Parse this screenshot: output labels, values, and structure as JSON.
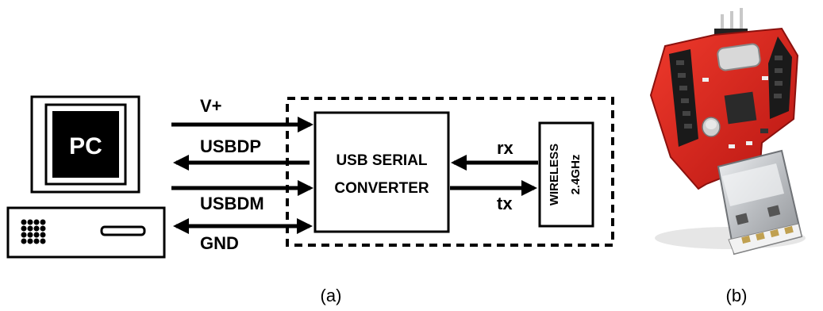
{
  "diagram": {
    "pc_label": "PC",
    "signals": {
      "vplus": "V+",
      "usbdp": "USBDP",
      "usbdm": "USBDM",
      "gnd": "GND"
    },
    "converter": {
      "line1": "USB SERIAL",
      "line2": "CONVERTER"
    },
    "rx_label": "rx",
    "tx_label": "tx",
    "wireless": {
      "line1": "WIRELESS",
      "line2": "2.4GHz"
    },
    "caption": "(a)"
  },
  "photo": {
    "caption": "(b)",
    "colors": {
      "pcb": "#d9201c",
      "pcb_dark": "#9e1512",
      "usb_metal": "#c9ccd0",
      "header_black": "#1a1a1a"
    }
  }
}
